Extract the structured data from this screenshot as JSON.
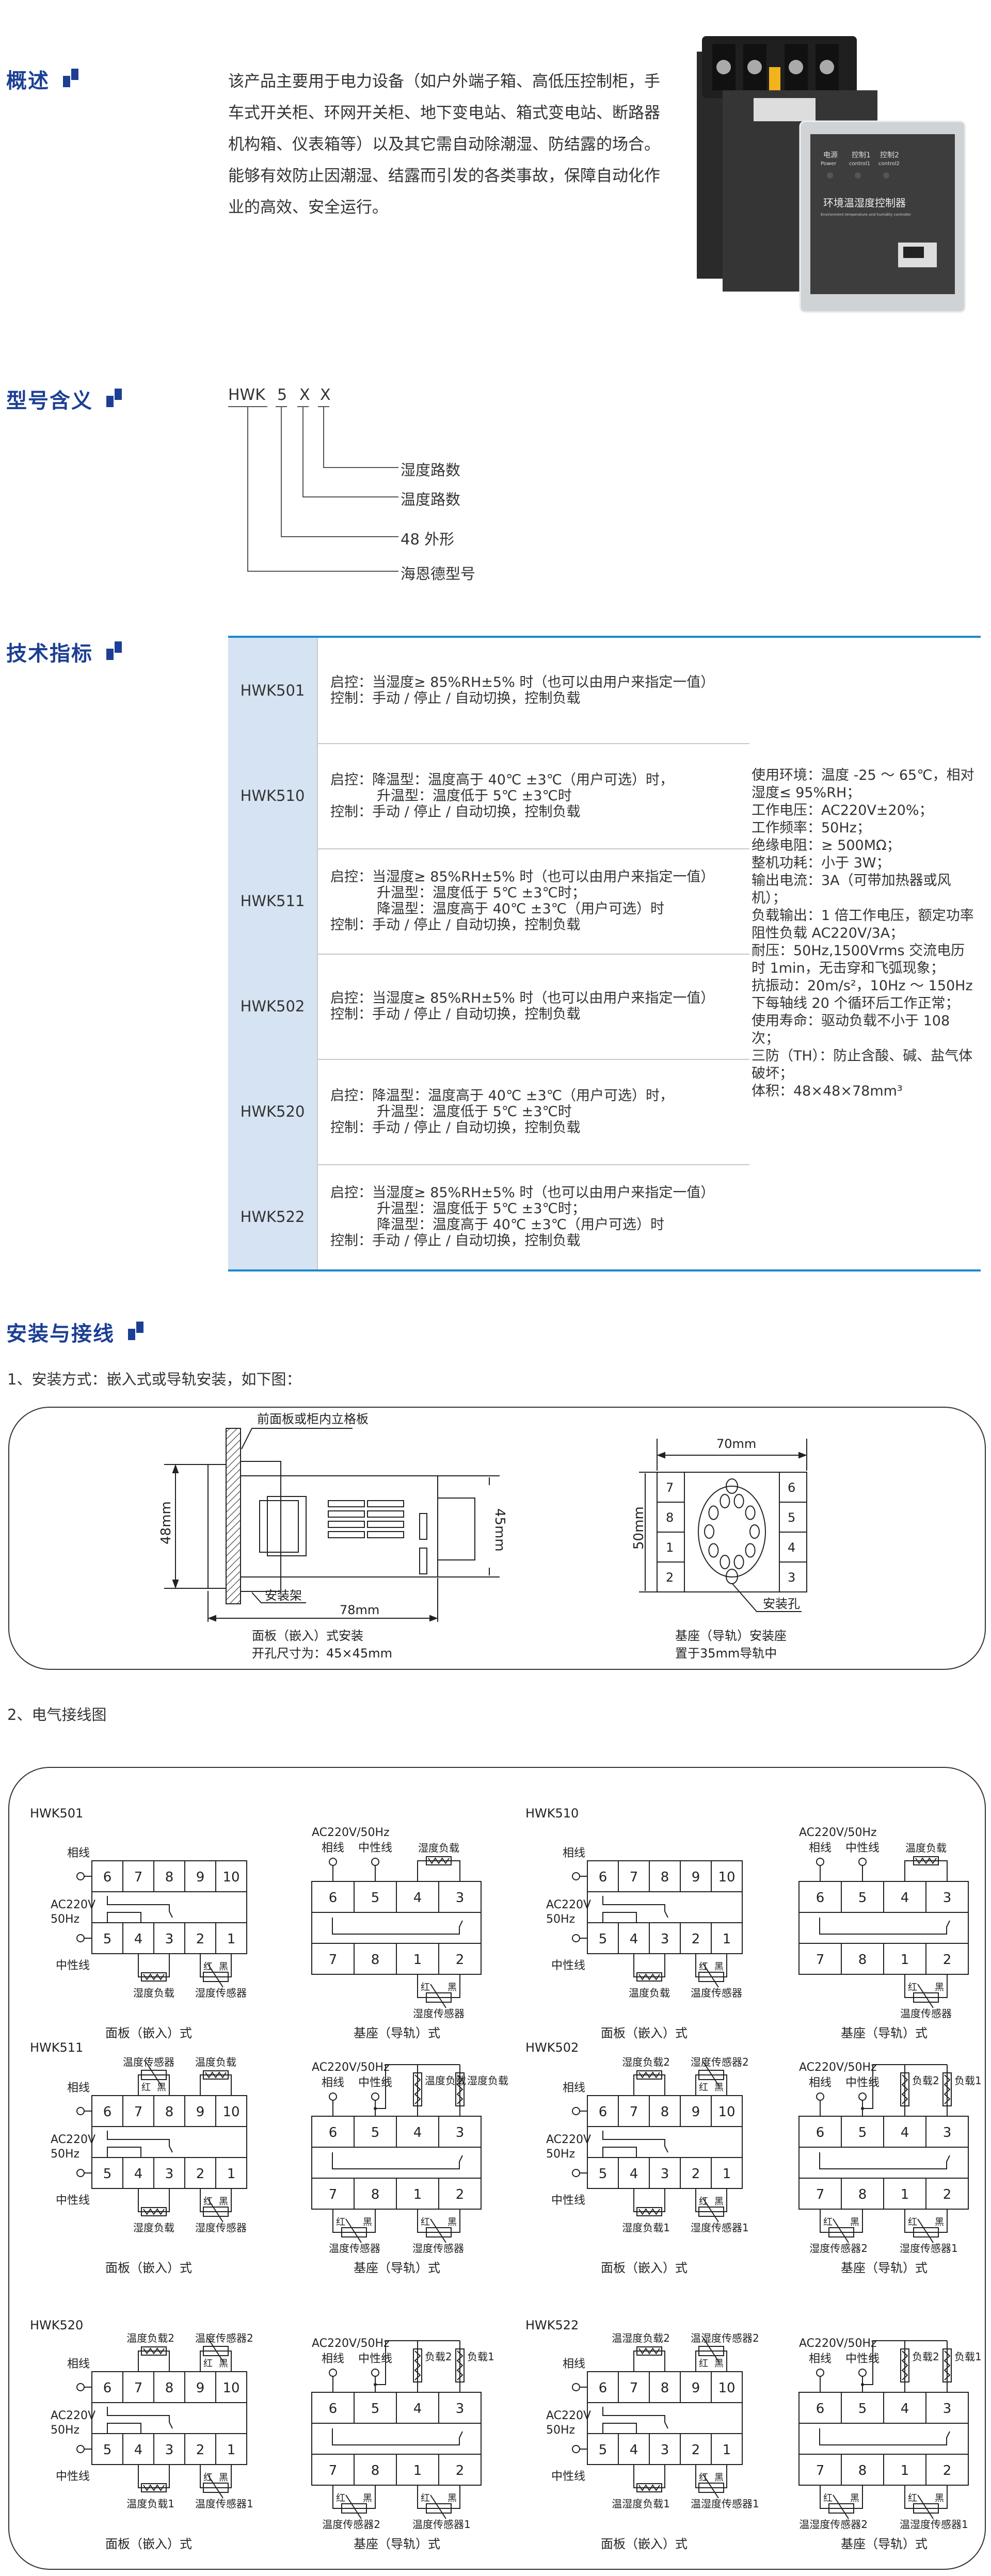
{
  "overview": {
    "title": "概述",
    "lines": [
      "该产品主要用于电力设备（如户外端子箱、高低压控制柜，手",
      "车式开关柜、环网开关柜、地下变电站、箱式变电站、断路器",
      "机构箱、仪表箱等）以及其它需自动除潮湿、防结露的场合。",
      "能够有效防止因潮湿、结露而引发的各类事故，保障自动化作",
      "业的高效、安全运行。"
    ],
    "product_image": {
      "power_cn": "电源",
      "power_en": "Power",
      "c1_cn": "控制1",
      "c1_en": "control1",
      "c2_cn": "控制2",
      "c2_en": "control2",
      "name_cn": "环境温湿度控制器",
      "name_en": "Environment temperature and humidity controller"
    }
  },
  "model_meaning": {
    "title": "型号含义",
    "code": [
      "HWK",
      "5",
      "X",
      "X"
    ],
    "labels": [
      "湿度路数",
      "温度路数",
      "48 外形",
      "海恩德型号"
    ]
  },
  "specs": {
    "title": "技术指标",
    "rows": [
      {
        "model": "HWK501",
        "start_label": "启控：",
        "start": [
          "当湿度≥ 85%RH±5% 时（也可以由用户来指定一值）"
        ],
        "control": "控制：手动 / 停止 / 自动切换，控制负载"
      },
      {
        "model": "HWK510",
        "start_label": "启控：",
        "start": [
          "降温型：温度高于 40℃ ±3℃（用户可选）时，",
          "升温型：温度低于 5℃ ±3℃时"
        ],
        "control": "控制：手动 / 停止 / 自动切换，控制负载"
      },
      {
        "model": "HWK511",
        "start_label": "启控：",
        "start": [
          "当湿度≥ 85%RH±5% 时（也可以由用户来指定一值）",
          "升温型：温度低于 5℃ ±3℃时；",
          "降温型：温度高于 40℃ ±3℃（用户可选）时"
        ],
        "control": "控制：手动 / 停止 / 自动切换，控制负载"
      },
      {
        "model": "HWK502",
        "start_label": "启控：",
        "start": [
          "当湿度≥ 85%RH±5% 时（也可以由用户来指定一值）"
        ],
        "control": "控制：手动 / 停止 / 自动切换，控制负载"
      },
      {
        "model": "HWK520",
        "start_label": "启控：",
        "start": [
          "降温型：温度高于 40℃ ±3℃（用户可选）时，",
          "升温型：温度低于 5℃ ±3℃时"
        ],
        "control": "控制：手动 / 停止 / 自动切换，控制负载"
      },
      {
        "model": "HWK522",
        "start_label": "启控：",
        "start": [
          "当湿度≥ 85%RH±5% 时（也可以由用户来指定一值）",
          "升温型：温度低于 5℃ ±3℃时；",
          "降温型：温度高于 40℃ ±3℃（用户可选）时"
        ],
        "control": "控制：手动 / 停止 / 自动切换，控制负载"
      }
    ],
    "environment": [
      "使用环境：温度 -25 ～ 65℃，相对湿度≤ 95%RH；",
      "工作电压：AC220V±20%；",
      "工作频率：50Hz；",
      "绝缘电阻：≥ 500MΩ；",
      "整机功耗：小于 3W；",
      "输出电流：3A（可带加热器或风机）；",
      "负载输出：1 倍工作电压，额定功率阻性负载 AC220V/3A；",
      "耐压：50Hz,1500Vrms 交流电历时 1min，无击穿和飞弧现象；",
      "抗振动：20m/s²，10Hz ～ 150Hz 下每轴线 20 个循环后工作正常；",
      "使用寿命：驱动负载不小于 108 次；",
      "三防（TH）：防止含酸、碱、盐气体破坏；",
      "体积：48×48×78mm³"
    ]
  },
  "install": {
    "title": "安装与接线",
    "step1": "1、安装方式：嵌入式或导轨安装，如下图：",
    "panel_label": "前面板或柜内立格板",
    "bracket_label": "安装架",
    "dim_48": "48mm",
    "dim_45": "45mm",
    "dim_78": "78mm",
    "panel_caption1": "面板（嵌入）式安装",
    "panel_caption2": "开孔尺寸为：45×45mm",
    "dim_70": "70mm",
    "dim_50": "50mm",
    "base_terminals_left": [
      "7",
      "8",
      "1",
      "2"
    ],
    "base_terminals_right": [
      "6",
      "5",
      "4",
      "3"
    ],
    "hole_label": "安装孔",
    "base_caption1": "基座（导轨）安装座",
    "base_caption2": "置于35mm导轨中",
    "step2": "2、电气接线图"
  },
  "wiring": {
    "panel_caption": "面板（嵌入）式",
    "base_caption": "基座（导轨）式",
    "panel_top": [
      "6",
      "7",
      "8",
      "9",
      "10"
    ],
    "panel_bottom": [
      "5",
      "4",
      "3",
      "2",
      "1"
    ],
    "base_top": [
      "6",
      "5",
      "4",
      "3"
    ],
    "base_bottom": [
      "7",
      "8",
      "1",
      "2"
    ],
    "phase": "相线",
    "neutral": "中性线",
    "ac": "AC220V",
    "hz": "50Hz",
    "ac_base": "AC220V/50Hz",
    "red": "红",
    "black": "黑",
    "models": [
      {
        "name": "HWK501",
        "panel": {
          "top": [],
          "bottom": [
            {
              "label": "湿度负载",
              "kind": "load",
              "terms": [
                1,
                2
              ]
            },
            {
              "label": "湿度传感器",
              "kind": "sensor",
              "terms": [
                3,
                4
              ]
            }
          ]
        },
        "base": {
          "top": [
            {
              "label": "湿度负载",
              "kind": "load",
              "terms": [
                2,
                3
              ]
            }
          ],
          "bottom": [
            {
              "label": "湿度传感器",
              "kind": "sensor",
              "terms": [
                2,
                3
              ]
            }
          ]
        }
      },
      {
        "name": "HWK510",
        "panel": {
          "top": [],
          "bottom": [
            {
              "label": "温度负载",
              "kind": "load",
              "terms": [
                1,
                2
              ]
            },
            {
              "label": "温度传感器",
              "kind": "sensor",
              "terms": [
                3,
                4
              ]
            }
          ]
        },
        "base": {
          "top": [
            {
              "label": "温度负载",
              "kind": "load",
              "terms": [
                2,
                3
              ]
            }
          ],
          "bottom": [
            {
              "label": "温度传感器",
              "kind": "sensor",
              "terms": [
                2,
                3
              ]
            }
          ]
        }
      },
      {
        "name": "HWK511",
        "panel": {
          "top": [
            {
              "label": "温度传感器",
              "kind": "sensor",
              "terms": [
                1,
                2
              ]
            },
            {
              "label": "温度负载",
              "kind": "load",
              "terms": [
                3,
                4
              ]
            }
          ],
          "bottom": [
            {
              "label": "湿度负载",
              "kind": "load",
              "terms": [
                1,
                2
              ]
            },
            {
              "label": "湿度传感器",
              "kind": "sensor",
              "terms": [
                3,
                4
              ]
            }
          ]
        },
        "base": {
          "top": [
            {
              "label": "温度负载",
              "kind": "vload",
              "terms": [
                2
              ]
            },
            {
              "label": "湿度负载",
              "kind": "vload",
              "terms": [
                3
              ]
            }
          ],
          "bottom": [
            {
              "label": "温度传感器",
              "kind": "sensor",
              "terms": [
                0,
                1
              ]
            },
            {
              "label": "湿度传感器",
              "kind": "sensor",
              "terms": [
                2,
                3
              ]
            }
          ]
        }
      },
      {
        "name": "HWK502",
        "panel": {
          "top": [
            {
              "label": "湿度负载2",
              "kind": "load",
              "terms": [
                1,
                2
              ]
            },
            {
              "label": "湿度传感器2",
              "kind": "sensor",
              "terms": [
                3,
                4
              ]
            }
          ],
          "bottom": [
            {
              "label": "湿度负载1",
              "kind": "load",
              "terms": [
                1,
                2
              ]
            },
            {
              "label": "湿度传感器1",
              "kind": "sensor",
              "terms": [
                3,
                4
              ]
            }
          ]
        },
        "base": {
          "top": [
            {
              "label": "负载2",
              "kind": "vload",
              "terms": [
                2
              ]
            },
            {
              "label": "负载1",
              "kind": "vload",
              "terms": [
                3
              ]
            }
          ],
          "bottom": [
            {
              "label": "湿度传感器2",
              "kind": "sensor",
              "terms": [
                0,
                1
              ]
            },
            {
              "label": "湿度传感器1",
              "kind": "sensor",
              "terms": [
                2,
                3
              ]
            }
          ]
        }
      },
      {
        "name": "HWK520",
        "panel": {
          "top": [
            {
              "label": "温度负载2",
              "kind": "load",
              "terms": [
                1,
                2
              ]
            },
            {
              "label": "温度传感器2",
              "kind": "sensor",
              "terms": [
                3,
                4
              ]
            }
          ],
          "bottom": [
            {
              "label": "温度负载1",
              "kind": "load",
              "terms": [
                1,
                2
              ]
            },
            {
              "label": "温度传感器1",
              "kind": "sensor",
              "terms": [
                3,
                4
              ]
            }
          ]
        },
        "base": {
          "top": [
            {
              "label": "负载2",
              "kind": "vload",
              "terms": [
                2
              ]
            },
            {
              "label": "负载1",
              "kind": "vload",
              "terms": [
                3
              ]
            }
          ],
          "bottom": [
            {
              "label": "温度传感器2",
              "kind": "sensor",
              "terms": [
                0,
                1
              ]
            },
            {
              "label": "温度传感器1",
              "kind": "sensor",
              "terms": [
                2,
                3
              ]
            }
          ]
        }
      },
      {
        "name": "HWK522",
        "panel": {
          "top": [
            {
              "label": "温湿度负载2",
              "kind": "load",
              "terms": [
                1,
                2
              ]
            },
            {
              "label": "温湿度传感器2",
              "kind": "sensor",
              "terms": [
                3,
                4
              ]
            }
          ],
          "bottom": [
            {
              "label": "温湿度负载1",
              "kind": "load",
              "terms": [
                1,
                2
              ]
            },
            {
              "label": "温湿度传感器1",
              "kind": "sensor",
              "terms": [
                3,
                4
              ]
            }
          ]
        },
        "base": {
          "top": [
            {
              "label": "负载2",
              "kind": "vload",
              "terms": [
                2
              ]
            },
            {
              "label": "负载1",
              "kind": "vload",
              "terms": [
                3
              ]
            }
          ],
          "bottom": [
            {
              "label": "温湿度传感器2",
              "kind": "sensor",
              "terms": [
                0,
                1
              ]
            },
            {
              "label": "温湿度传感器1",
              "kind": "sensor",
              "terms": [
                2,
                3
              ]
            }
          ]
        }
      }
    ]
  }
}
